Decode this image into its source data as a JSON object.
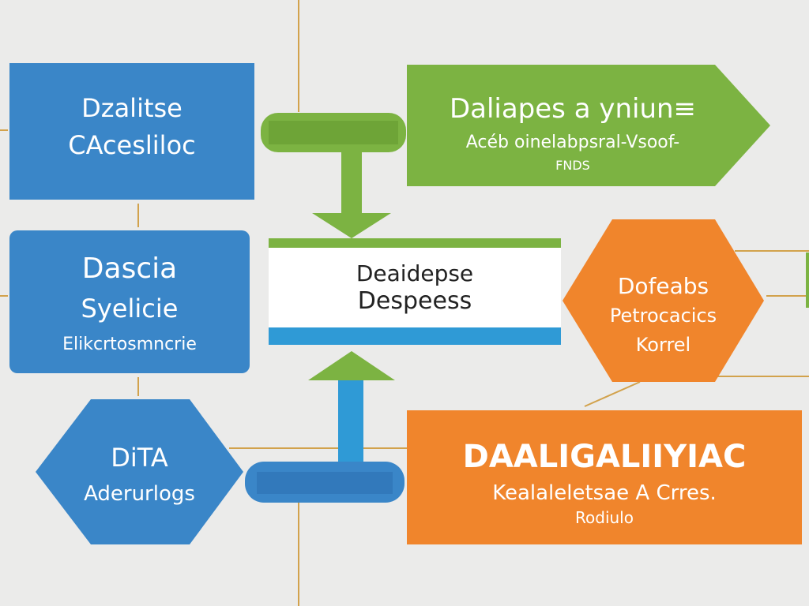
{
  "colors": {
    "blue": "#3a86c8",
    "green": "#7cb342",
    "orange": "#f0852c",
    "line": "#d2a24c",
    "background": "#ebebea"
  },
  "nodes": {
    "blue_box_top": {
      "line1": "Dzalitse",
      "line2": "CAcesliloc"
    },
    "blue_box_mid": {
      "line1": "Dascia",
      "line2": "Syelicie",
      "line3": "Elikcrtosmncrie"
    },
    "blue_hexagon": {
      "line1": "DiTA",
      "line2": "Aderurlogs"
    },
    "green_arrow": {
      "line1": "Daliapes a yniun≡",
      "line2": "Acéb oinelabpsral-Vsoof-",
      "line3": "FNDS"
    },
    "center_box": {
      "line1": "Deaidepse",
      "line2": "Despeess"
    },
    "orange_hexagon": {
      "line1": "Dofeabs",
      "line2": "Petrocacics",
      "line3": "Korrel"
    },
    "orange_box": {
      "line1": "DAALIGALIIYIAC",
      "line2": "Kealaleletsae A Crres.",
      "line3": "Rodiulo"
    }
  }
}
